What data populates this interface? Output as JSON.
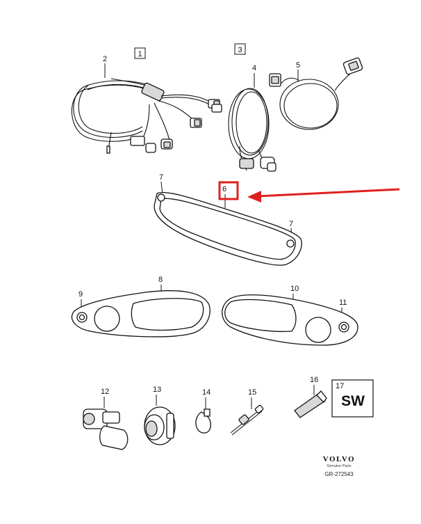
{
  "group_boxes": [
    {
      "id": "box-1",
      "label": "1"
    },
    {
      "id": "box-3",
      "label": "3"
    }
  ],
  "callouts": [
    "2",
    "4",
    "5",
    "6",
    "7",
    "7",
    "8",
    "9",
    "10",
    "11",
    "12",
    "13",
    "14",
    "15",
    "16",
    "17"
  ],
  "sw_box": {
    "number": "17",
    "text": "SW"
  },
  "highlight": {
    "target": "6",
    "color": "#e02020"
  },
  "footer": {
    "brand": "VOLVO",
    "tagline": "Genuine Parts",
    "code": "GR-272543"
  }
}
